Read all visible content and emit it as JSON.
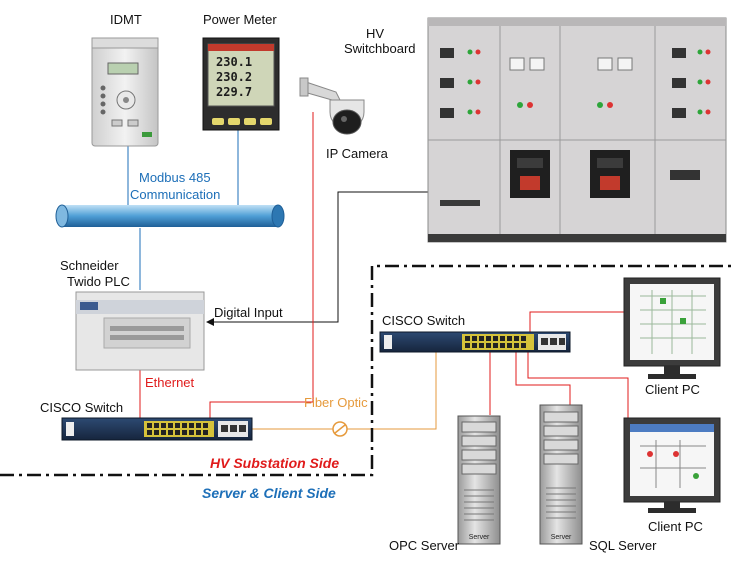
{
  "devices": {
    "idmt": "IDMT",
    "power_meter": "Power Meter",
    "power_meter_readings": [
      "230.1",
      "230.2",
      "229.7"
    ],
    "ip_camera": "IP Camera",
    "hv_switchboard": [
      "HV",
      "Switchboard"
    ],
    "plc": [
      "Schneider",
      "Twido PLC"
    ],
    "cisco_switch_left": "CISCO Switch",
    "cisco_switch_right": "CISCO Switch",
    "client_pc_top": "Client PC",
    "client_pc_bottom": "Client PC",
    "opc_server": "OPC Server",
    "sql_server": "SQL Server",
    "server_tag": "Server"
  },
  "links": {
    "modbus": [
      "Modbus 485",
      "Communication"
    ],
    "digital_input": "Digital Input",
    "ethernet": "Ethernet",
    "fiber_optic": "Fiber Optic"
  },
  "zones": {
    "hv_side": "HV Substation Side",
    "server_side": "Server & Client Side"
  },
  "colors": {
    "ethernet": "#e01b1b",
    "fiber": "#e69a3c",
    "modbus": "#1d6fb8",
    "signal": "#111111"
  }
}
